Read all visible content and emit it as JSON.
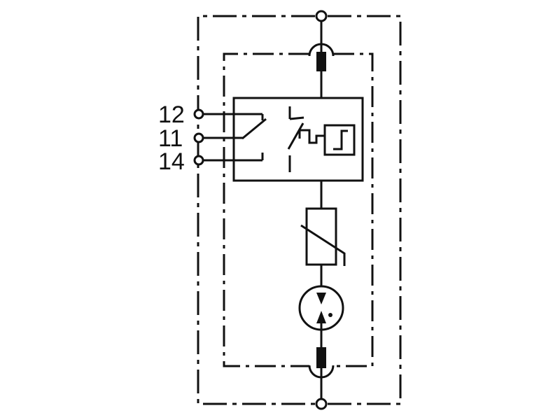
{
  "terminals": {
    "t12": "12",
    "t11": "11",
    "t14": "14"
  },
  "colors": {
    "line": "#111111",
    "background": "#ffffff"
  }
}
